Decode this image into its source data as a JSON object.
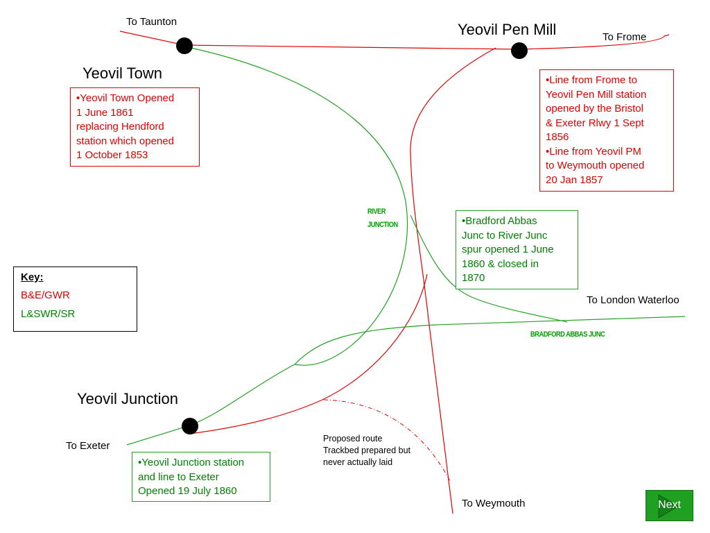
{
  "stations": {
    "yeovil_town": "Yeovil Town",
    "yeovil_pen_mill": "Yeovil Pen Mill",
    "yeovil_junction": "Yeovil Junction"
  },
  "destinations": {
    "taunton": "To Taunton",
    "frome": "To Frome",
    "london_waterloo": "To London Waterloo",
    "exeter": "To Exeter",
    "weymouth": "To Weymouth"
  },
  "junctions": {
    "river_line1": "RIVER",
    "river_line2": "JUNCTION",
    "bradford_abbas": "BRADFORD ABBAS JUNC"
  },
  "notes": {
    "yeovil_town": [
      "•Yeovil Town Opened",
      "1 June 1861",
      "replacing Hendford",
      "station which opened",
      "1 October 1853"
    ],
    "pen_mill": [
      "•Line from Frome to",
      "Yeovil Pen Mill station",
      "opened by the Bristol",
      "& Exeter Rlwy 1 Sept",
      "1856",
      "•Line from Yeovil PM",
      "to Weymouth opened",
      "20 Jan 1857"
    ],
    "bradford_abbas": [
      "•Bradford Abbas",
      "Junc to River Junc",
      "spur opened  1 June",
      "1860 & closed in",
      "1870"
    ],
    "yeovil_junction": [
      "•Yeovil Junction station",
      "and line to Exeter",
      "Opened 19 July 1860"
    ]
  },
  "key": {
    "title": "Key:",
    "gwr": "B&E/GWR",
    "sr": "L&SWR/SR"
  },
  "proposed_route": [
    "Proposed route",
    "Trackbed prepared but",
    "never actually laid"
  ],
  "navigation": {
    "next_label": "Next"
  },
  "colors": {
    "gwr_red": "#e00000",
    "sr_green": "#22a022",
    "station_dot": "#000000",
    "button_green": "#20a020"
  }
}
